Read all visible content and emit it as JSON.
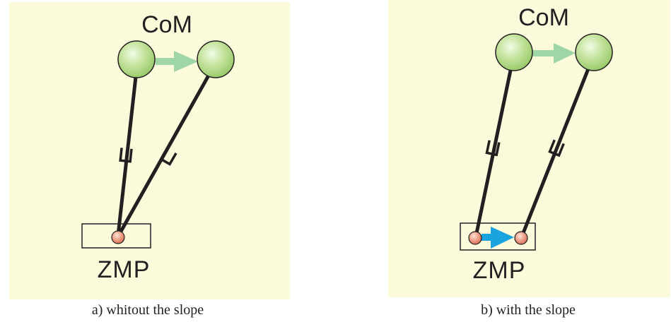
{
  "panels": [
    {
      "id": "a",
      "com_label": "CoM",
      "zmp_label": "ZMP",
      "caption": "a) whitout the slope"
    },
    {
      "id": "b",
      "com_label": "CoM",
      "zmp_label": "ZMP",
      "caption": "b) with the slope"
    }
  ],
  "colors": {
    "background": "#fbfbdc",
    "com_sphere": "#b5d98a",
    "com_arrow": "#9fd6a8",
    "zmp_dot": "#e8917c",
    "zmp_arrow": "#1aa3df",
    "link": "#231f20"
  }
}
